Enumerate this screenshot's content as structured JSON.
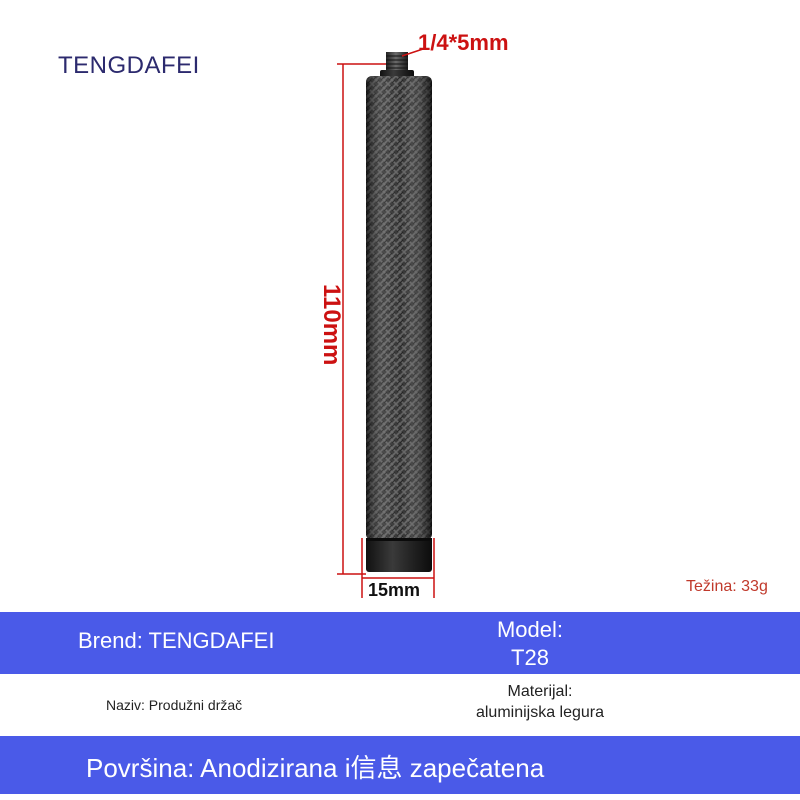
{
  "brand_logo": "TENGDAFEI",
  "dimensions": {
    "screw": "1/4*5mm",
    "length": "110mm",
    "width": "15mm"
  },
  "weight": "Težina: 33g",
  "specs": {
    "brand": "Brend: TENGDAFEI",
    "model_label": "Model:",
    "model_value": "T28",
    "name": "Naziv: Produžni držač",
    "material_label": "Materijal:",
    "material_value": "aluminijska legura",
    "surface": "Površina: Anodizirana i信息 zapečatena"
  },
  "colors": {
    "accent_band": "#4a5ae8",
    "dimension_red": "#cc1111",
    "logo": "#2c2a6e"
  }
}
